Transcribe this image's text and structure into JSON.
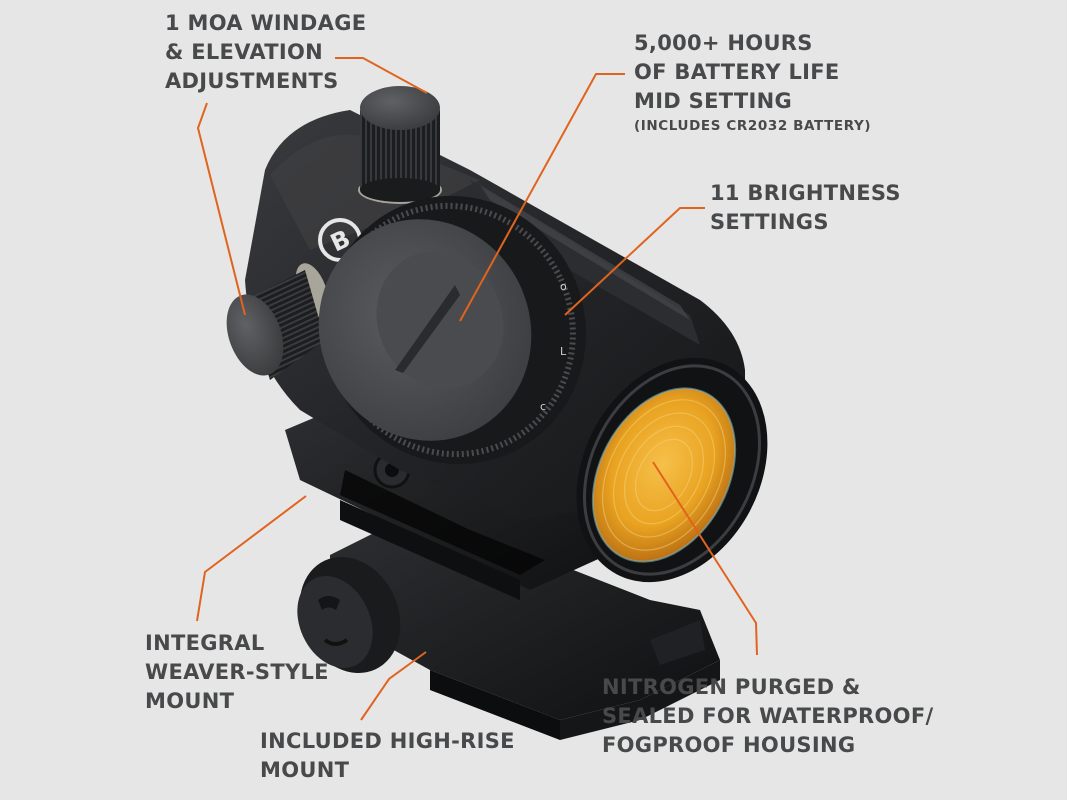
{
  "product": {
    "name": "Red Dot Sight",
    "brand_logo_letter": "B"
  },
  "colors": {
    "background": "#e6e6e6",
    "text": "#48494b",
    "leader_line": "#e0641e",
    "body_dark": "#1d1e20",
    "body_mid": "#2c2d30",
    "lens_amber": "#e9a321"
  },
  "callouts": [
    {
      "id": "windage-elevation",
      "lines": [
        "1 MOA WINDAGE",
        "& ELEVATION",
        "ADJUSTMENTS"
      ]
    },
    {
      "id": "battery-life",
      "lines": [
        "5,000+ HOURS",
        "OF BATTERY LIFE",
        "MID SETTING"
      ],
      "sub": "(INCLUDES CR2032 BATTERY)"
    },
    {
      "id": "brightness",
      "lines": [
        "11 BRIGHTNESS",
        "SETTINGS"
      ]
    },
    {
      "id": "weaver-mount",
      "lines": [
        "INTEGRAL",
        "WEAVER-STYLE",
        "MOUNT"
      ]
    },
    {
      "id": "high-rise-mount",
      "lines": [
        "INCLUDED HIGH-RISE",
        "MOUNT"
      ]
    },
    {
      "id": "nitrogen-purged",
      "lines": [
        "NITROGEN PURGED &",
        "SEALED FOR WATERPROOF/",
        "FOGPROOF HOUSING"
      ]
    }
  ]
}
